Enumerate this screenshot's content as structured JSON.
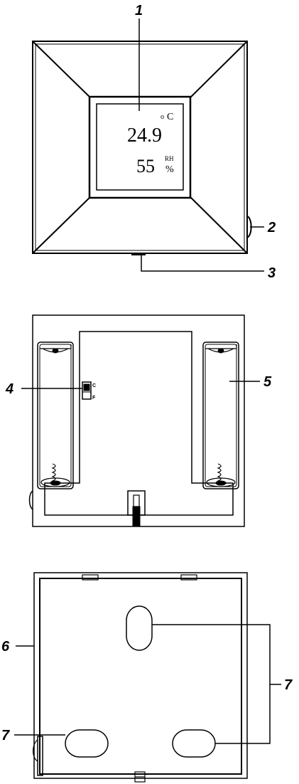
{
  "front_view": {
    "display": {
      "temp_unit": "C",
      "degree_mark": "o",
      "temperature": "24.9",
      "humidity": "55",
      "humidity_unit_top": "RH",
      "humidity_unit_bottom": "%"
    },
    "callouts": {
      "display": "1",
      "side_button": "2",
      "bottom_port": "3"
    }
  },
  "back_view": {
    "switch": {
      "upper_label": "C",
      "lower_label": "F"
    },
    "callouts": {
      "unit_switch": "4",
      "battery_compartment": "5"
    }
  },
  "mount_view": {
    "callouts": {
      "frame": "6",
      "mount_holes": "7",
      "mount_hole_lower": "7"
    }
  }
}
